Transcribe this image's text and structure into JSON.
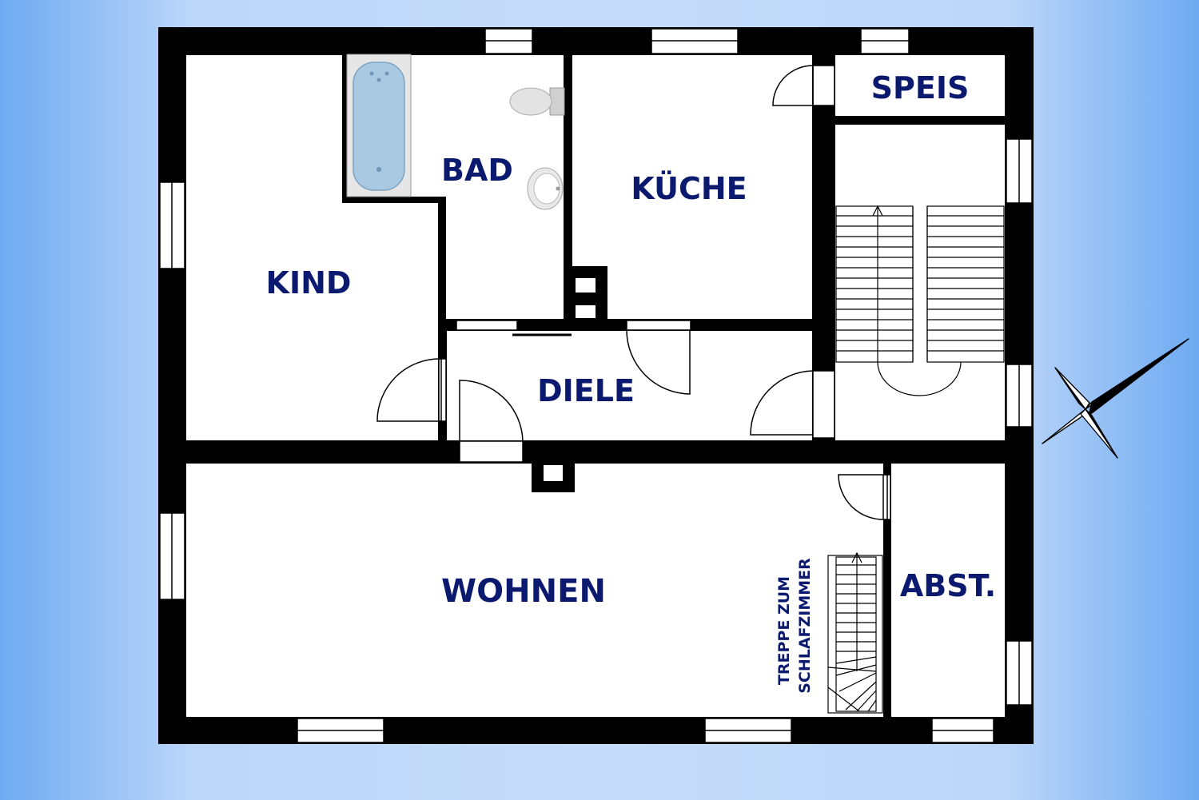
{
  "rooms": {
    "kind": "KIND",
    "bad": "BAD",
    "kueche": "KÜCHE",
    "speis": "SPEIS",
    "diele": "DIELE",
    "wohnen": "WOHNEN",
    "abst": "ABST."
  },
  "stair_note": {
    "line1": "TREPPE ZUM",
    "line2": "SCHLAFZIMMER"
  },
  "colors": {
    "wall": "#000000",
    "label": "#0b1a6e",
    "floor": "#ffffff",
    "bathtub": "#a9c9e2"
  },
  "icons": [
    "compass-rose-icon",
    "bathtub-icon",
    "toilet-icon",
    "sink-icon"
  ]
}
